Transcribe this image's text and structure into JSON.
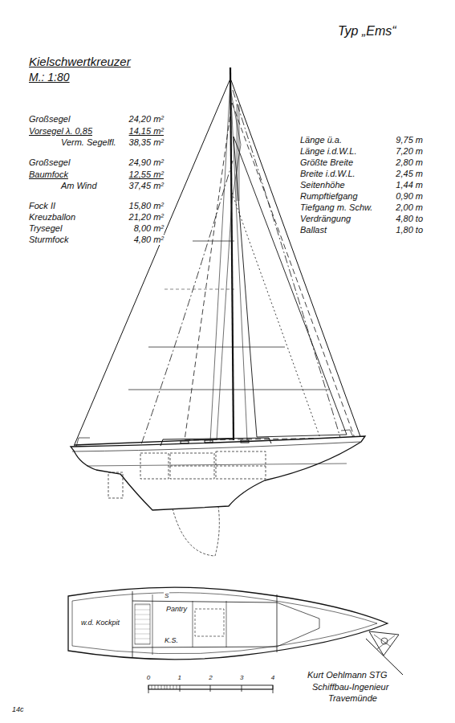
{
  "diagram": {
    "title": "Kielschwertkreuzer",
    "labels": [
      "Typ „Ems“",
      "M.: 1:80",
      "Großsegel",
      "24,20 m²",
      "Vorsegel λ. 0,85",
      "14,15 m²",
      "Verm. Segelfl.",
      "38,35 m²",
      "Großsegel",
      "24,90 m²",
      "Baumfock",
      "12,55 m²",
      "Am Wind",
      "37,45 m²",
      "Fock II",
      "15,80 m²",
      "Kreuzballon",
      "21,20 m²",
      "Trysegel",
      "8,00 m²",
      "Sturmfock",
      "4,80 m²",
      "Länge ü.a.",
      "9,75 m",
      "Länge i.d.W.L.",
      "7,20 m",
      "Größte Breite",
      "2,80 m",
      "Breite i.d.W.L.",
      "2,45 m",
      "Seitenhöhe",
      "1,44 m",
      "Rumpftiefgang",
      "0,90 m",
      "Tiefgang m. Schw.",
      "2,00 m",
      "Verdrängung",
      "4,80 to",
      "Ballast",
      "1,80 to",
      "Pantry",
      "w.d. Kockpit",
      "K.S.",
      "S",
      "Kurt Oehlmann STG",
      "Schiffbau-Ingenieur",
      "Travemünde",
      "0",
      "1",
      "2",
      "3",
      "4",
      "14c"
    ]
  }
}
